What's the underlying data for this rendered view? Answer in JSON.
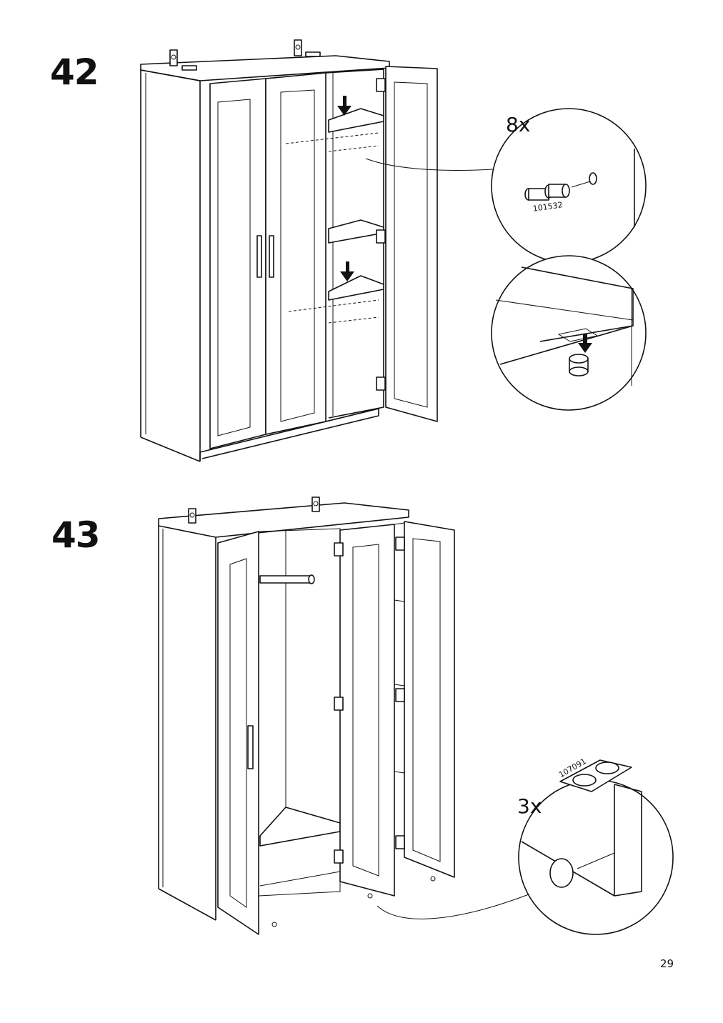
{
  "steps": [
    {
      "number": "42",
      "callout_quantity": "8x",
      "part_number": "101532"
    },
    {
      "number": "43",
      "callout_quantity": "3x",
      "part_number": "107091"
    }
  ],
  "page_number": "29",
  "icons": {
    "arrow": "arrow-down-icon",
    "shelf_pin": "shelf-pin-icon",
    "bumper": "door-bumper-icon",
    "hinge": "hinge-icon",
    "handle": "door-handle-icon"
  }
}
